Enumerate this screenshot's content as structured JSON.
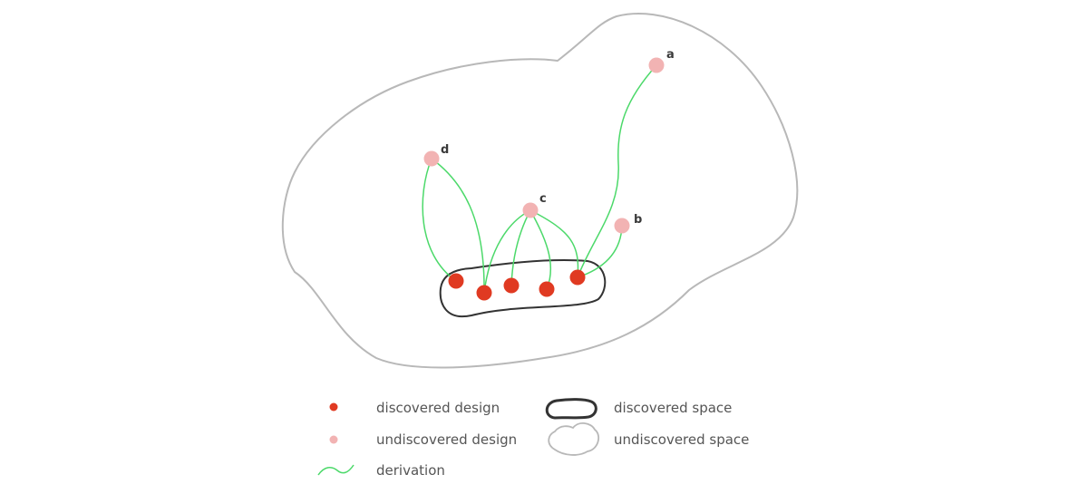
{
  "colors": {
    "discovered": "#e03a22",
    "undiscovered": "#f2b3b3",
    "derivation": "#4cd96a",
    "discovered_space": "#333333",
    "undiscovered_space": "#b8b8b8"
  },
  "nodes": {
    "a": {
      "label": "a"
    },
    "b": {
      "label": "b"
    },
    "c": {
      "label": "c"
    },
    "d": {
      "label": "d"
    }
  },
  "legend": {
    "discovered_design": "discovered design",
    "undiscovered_design": "undiscovered design",
    "derivation": "derivation",
    "discovered_space": "discovered space",
    "undiscovered_space": "undiscovered space"
  }
}
